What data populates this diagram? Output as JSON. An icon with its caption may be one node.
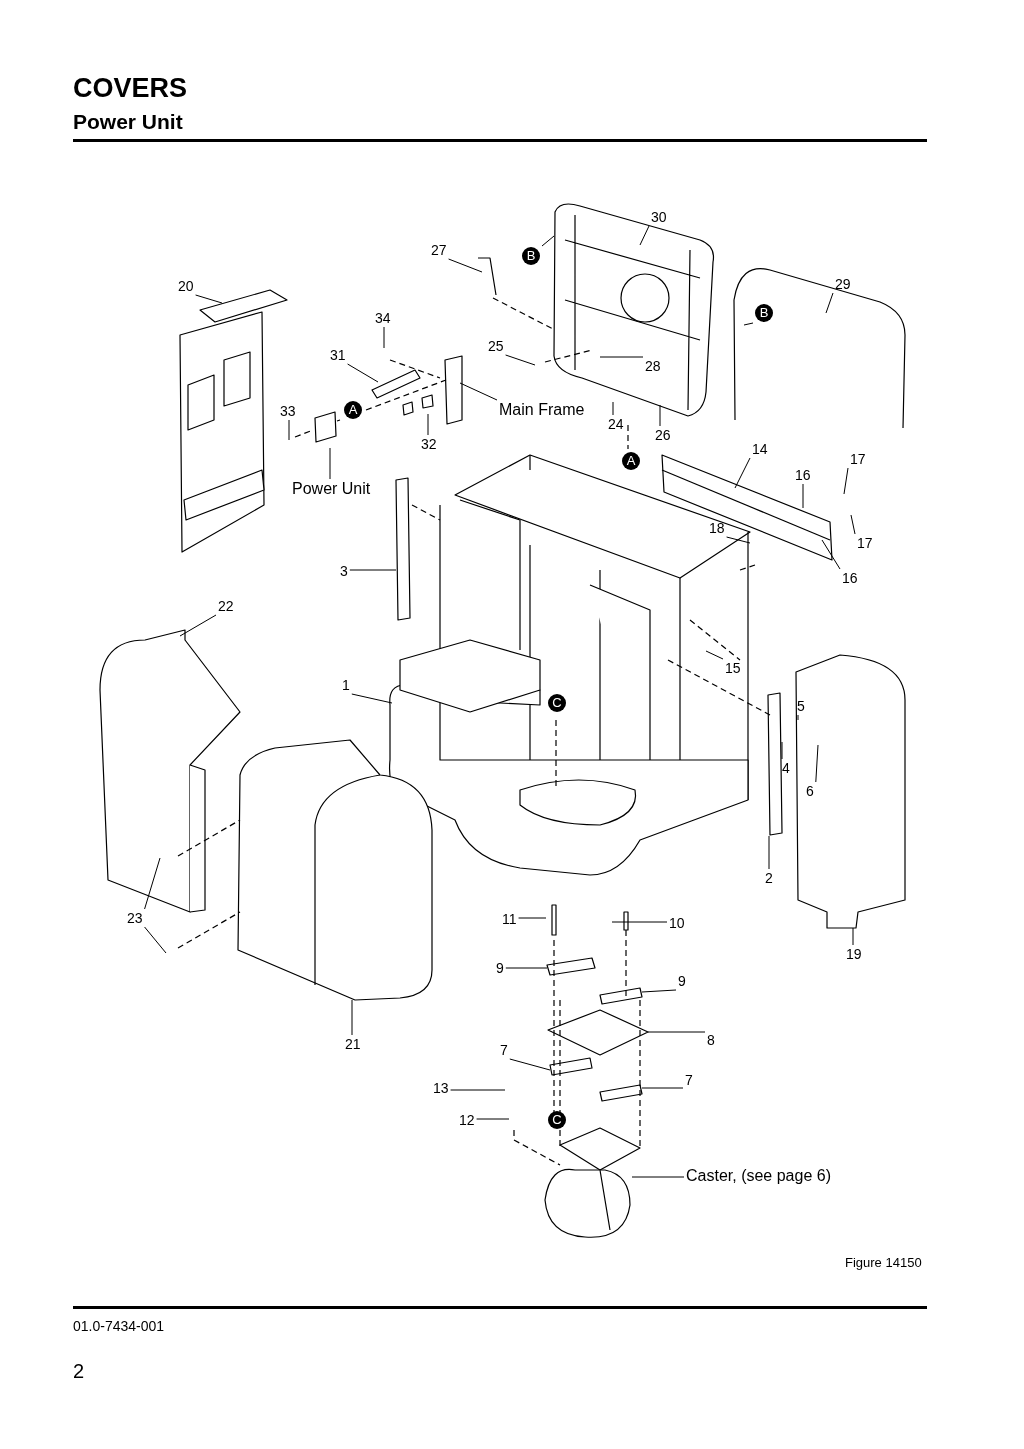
{
  "diagram": {
    "title": "COVERS",
    "nodes": [
      {
        "text": [
          "30"
        ]
      },
      {
        "text": [
          "27"
        ]
      },
      {
        "text": [
          "20"
        ]
      },
      {
        "text": [
          "29"
        ]
      },
      {
        "text": [
          "34"
        ]
      },
      {
        "text": [
          "25"
        ]
      },
      {
        "text": [
          "31"
        ]
      },
      {
        "text": [
          "28"
        ]
      },
      {
        "text": [
          "Main Frame"
        ]
      },
      {
        "text": [
          "33"
        ]
      },
      {
        "text": [
          "32"
        ]
      },
      {
        "text": [
          "24"
        ]
      },
      {
        "text": [
          "26"
        ]
      },
      {
        "text": [
          "Power Unit"
        ]
      },
      {
        "text": [
          "14"
        ]
      },
      {
        "text": [
          "16"
        ]
      },
      {
        "text": [
          "17"
        ]
      },
      {
        "text": [
          "18"
        ]
      },
      {
        "text": [
          "17"
        ]
      },
      {
        "text": [
          "16"
        ]
      },
      {
        "text": [
          "3"
        ]
      },
      {
        "text": [
          "22"
        ]
      },
      {
        "text": [
          "15"
        ]
      },
      {
        "text": [
          "1"
        ]
      },
      {
        "text": [
          "5"
        ]
      },
      {
        "text": [
          "4"
        ]
      },
      {
        "text": [
          "6"
        ]
      },
      {
        "text": [
          "2"
        ]
      },
      {
        "text": [
          "23"
        ]
      },
      {
        "text": [
          "11"
        ]
      },
      {
        "text": [
          "10"
        ]
      },
      {
        "text": [
          "19"
        ]
      },
      {
        "text": [
          "9"
        ]
      },
      {
        "text": [
          "9"
        ]
      },
      {
        "text": [
          "8"
        ]
      },
      {
        "text": [
          "21"
        ]
      },
      {
        "text": [
          "7"
        ]
      },
      {
        "text": [
          "7"
        ]
      },
      {
        "text": [
          "13"
        ]
      },
      {
        "text": [
          "12"
        ]
      },
      {
        "text": [
          "Caster, (see page 6)"
        ]
      },
      {
        "text": [
          "B"
        ]
      },
      {
        "text": [
          "B"
        ]
      },
      {
        "text": [
          "A"
        ]
      },
      {
        "text": [
          "A"
        ]
      },
      {
        "text": [
          "C"
        ]
      },
      {
        "text": [
          "C"
        ]
      }
    ],
    "edges": [
      {
        "from": 0,
        "to": null,
        "arrow": "none"
      },
      {
        "from": 1,
        "to": null,
        "arrow": "none"
      },
      {
        "from": 2,
        "to": null,
        "arrow": "none"
      },
      {
        "from": 3,
        "to": null,
        "arrow": "none"
      },
      {
        "from": 4,
        "to": null,
        "arrow": "none"
      },
      {
        "from": 5,
        "to": null,
        "arrow": "none"
      },
      {
        "from": 6,
        "to": null,
        "arrow": "none"
      },
      {
        "from": 7,
        "to": null,
        "arrow": "none"
      },
      {
        "from": 8,
        "to": null,
        "arrow": "none"
      },
      {
        "from": 9,
        "to": null,
        "arrow": "none"
      },
      {
        "from": 10,
        "to": null,
        "arrow": "none"
      },
      {
        "from": 11,
        "to": null,
        "arrow": "none"
      },
      {
        "from": 12,
        "to": null,
        "arrow": "none"
      },
      {
        "from": 13,
        "to": null,
        "arrow": "none"
      },
      {
        "from": 14,
        "to": null,
        "arrow": "none"
      },
      {
        "from": 15,
        "to": null,
        "arrow": "none"
      },
      {
        "from": 16,
        "to": null,
        "arrow": "none"
      },
      {
        "from": 17,
        "to": null,
        "arrow": "none"
      },
      {
        "from": 18,
        "to": null,
        "arrow": "none"
      },
      {
        "from": 19,
        "to": null,
        "arrow": "none"
      },
      {
        "from": 20,
        "to": null,
        "arrow": "none"
      },
      {
        "from": 21,
        "to": null,
        "arrow": "none"
      },
      {
        "from": 22,
        "to": null,
        "arrow": "none"
      },
      {
        "from": 23,
        "to": null,
        "arrow": "none"
      },
      {
        "from": 24,
        "to": null,
        "arrow": "none"
      },
      {
        "from": 25,
        "to": null,
        "arrow": "none"
      },
      {
        "from": 26,
        "to": null,
        "arrow": "none"
      },
      {
        "from": 27,
        "to": null,
        "arrow": "none"
      },
      {
        "from": 28,
        "to": null,
        "arrow": "none"
      },
      {
        "from": 28,
        "to": null,
        "arrow": "none"
      },
      {
        "from": 29,
        "to": null,
        "arrow": "none"
      },
      {
        "from": 30,
        "to": null,
        "arrow": "none"
      },
      {
        "from": 31,
        "to": null,
        "arrow": "none"
      },
      {
        "from": 32,
        "to": null,
        "arrow": "none"
      },
      {
        "from": 33,
        "to": null,
        "arrow": "none"
      },
      {
        "from": 34,
        "to": null,
        "arrow": "none"
      },
      {
        "from": 35,
        "to": null,
        "arrow": "none"
      },
      {
        "from": 36,
        "to": null,
        "arrow": "none"
      },
      {
        "from": 37,
        "to": null,
        "arrow": "none"
      },
      {
        "from": 38,
        "to": null,
        "arrow": "none"
      },
      {
        "from": 39,
        "to": null,
        "arrow": "none"
      },
      {
        "from": 40,
        "to": null,
        "arrow": "none"
      },
      {
        "from": 41,
        "to": null,
        "arrow": "none"
      },
      {
        "from": 42,
        "to": null,
        "arrow": "none"
      }
    ],
    "labels": [
      "Power Unit",
      "Figure 14150",
      "01.0-7434-001",
      "2"
    ]
  }
}
